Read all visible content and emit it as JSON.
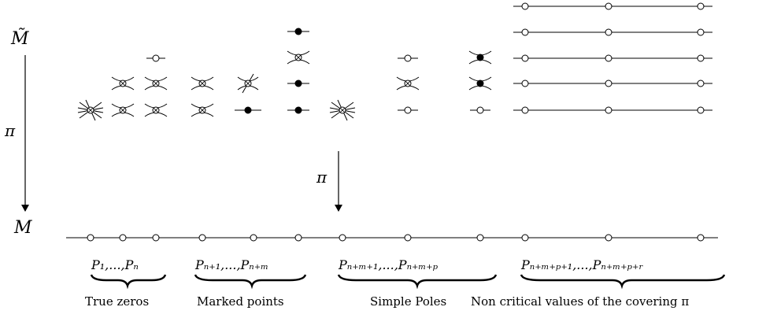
{
  "labels": {
    "m_tilde": "M̃",
    "m": "M",
    "pi_left": "π",
    "pi_mid": "π"
  },
  "groups": [
    {
      "indices": "P₁,...,Pₙ",
      "caption": "True zeros"
    },
    {
      "indices": "Pₙ₊₁,...,Pₙ₊ₘ",
      "caption": "Marked points"
    },
    {
      "indices": "Pₙ₊ₘ₊₁,...,Pₙ₊ₘ₊ₚ",
      "caption": "Simple Poles"
    },
    {
      "indices": "Pₙ₊ₘ₊ₚ₊₁,...,Pₙ₊ₘ₊ₚ₊ᵣ",
      "caption": "Non critical values of the covering π"
    }
  ]
}
